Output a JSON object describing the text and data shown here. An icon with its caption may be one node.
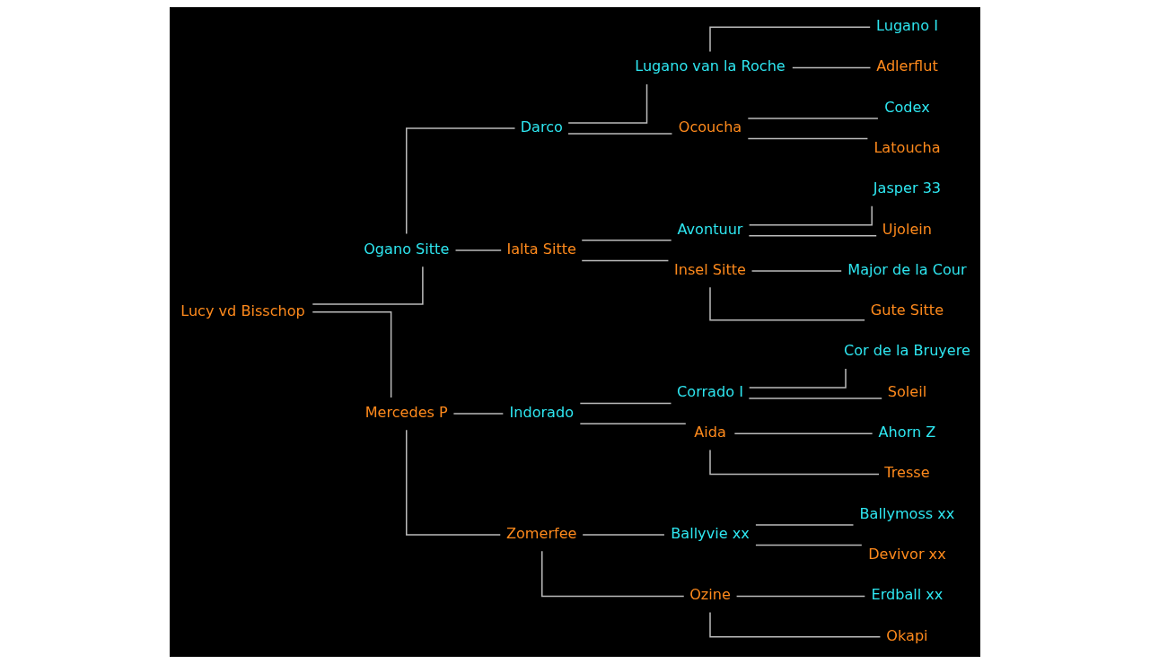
{
  "diagram": {
    "nodes": [
      {
        "text": [
          "Lucy vd Bisschop"
        ]
      },
      {
        "text": [
          "Ogano Sitte"
        ]
      },
      {
        "text": [
          "Mercedes P"
        ]
      },
      {
        "text": [
          "Darco"
        ]
      },
      {
        "text": [
          "Ialta Sitte"
        ]
      },
      {
        "text": [
          "Indorado"
        ]
      },
      {
        "text": [
          "Zomerfee"
        ]
      },
      {
        "text": [
          "Lugano van la Roche"
        ]
      },
      {
        "text": [
          "Ocoucha"
        ]
      },
      {
        "text": [
          "Avontuur"
        ]
      },
      {
        "text": [
          "Insel Sitte"
        ]
      },
      {
        "text": [
          "Corrado I"
        ]
      },
      {
        "text": [
          "Aida"
        ]
      },
      {
        "text": [
          "Ballyvie xx"
        ]
      },
      {
        "text": [
          "Ozine"
        ]
      },
      {
        "text": [
          "Lugano I"
        ]
      },
      {
        "text": [
          "Adlerflut"
        ]
      },
      {
        "text": [
          "Codex"
        ]
      },
      {
        "text": [
          "Latoucha"
        ]
      },
      {
        "text": [
          "Jasper 33"
        ]
      },
      {
        "text": [
          "Ujolein"
        ]
      },
      {
        "text": [
          "Major de la Cour"
        ]
      },
      {
        "text": [
          "Gute Sitte"
        ]
      },
      {
        "text": [
          "Cor de la Bruyere"
        ]
      },
      {
        "text": [
          "Soleil"
        ]
      },
      {
        "text": [
          "Ahorn Z"
        ]
      },
      {
        "text": [
          "Tresse"
        ]
      },
      {
        "text": [
          "Ballymoss xx"
        ]
      },
      {
        "text": [
          "Devivor xx"
        ]
      },
      {
        "text": [
          "Erdball xx"
        ]
      },
      {
        "text": [
          "Okapi"
        ]
      }
    ],
    "edges": [
      {
        "from": 0,
        "to": 1,
        "arrow": "none"
      },
      {
        "from": 0,
        "to": 2,
        "arrow": "none"
      },
      {
        "from": 1,
        "to": 3,
        "arrow": "none"
      },
      {
        "from": 1,
        "to": 4,
        "arrow": "none"
      },
      {
        "from": 2,
        "to": 5,
        "arrow": "none"
      },
      {
        "from": 2,
        "to": 6,
        "arrow": "none"
      },
      {
        "from": 3,
        "to": 7,
        "arrow": "none"
      },
      {
        "from": 3,
        "to": 8,
        "arrow": "none"
      },
      {
        "from": 4,
        "to": 9,
        "arrow": "none"
      },
      {
        "from": 4,
        "to": 10,
        "arrow": "none"
      },
      {
        "from": 5,
        "to": 11,
        "arrow": "none"
      },
      {
        "from": 5,
        "to": 12,
        "arrow": "none"
      },
      {
        "from": 6,
        "to": 13,
        "arrow": "none"
      },
      {
        "from": 6,
        "to": 14,
        "arrow": "none"
      },
      {
        "from": 7,
        "to": 15,
        "arrow": "none"
      },
      {
        "from": 7,
        "to": 16,
        "arrow": "none"
      },
      {
        "from": 8,
        "to": 17,
        "arrow": "none"
      },
      {
        "from": 8,
        "to": 18,
        "arrow": "none"
      },
      {
        "from": 9,
        "to": 19,
        "arrow": "none"
      },
      {
        "from": 9,
        "to": 20,
        "arrow": "none"
      },
      {
        "from": 10,
        "to": 21,
        "arrow": "none"
      },
      {
        "from": 10,
        "to": 22,
        "arrow": "none"
      },
      {
        "from": 11,
        "to": 23,
        "arrow": "none"
      },
      {
        "from": 11,
        "to": 24,
        "arrow": "none"
      },
      {
        "from": 12,
        "to": 25,
        "arrow": "none"
      },
      {
        "from": 12,
        "to": 26,
        "arrow": "none"
      },
      {
        "from": 13,
        "to": 27,
        "arrow": "none"
      },
      {
        "from": 13,
        "to": 28,
        "arrow": "none"
      },
      {
        "from": 14,
        "to": 29,
        "arrow": "none"
      },
      {
        "from": 14,
        "to": 30,
        "arrow": "none"
      }
    ]
  }
}
